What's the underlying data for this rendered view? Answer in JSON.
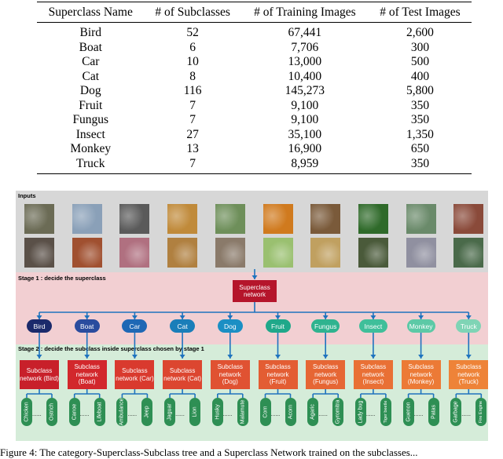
{
  "table": {
    "headers": [
      "Superclass Name",
      "# of Subclasses",
      "# of Training Images",
      "# of Test Images"
    ],
    "rows": [
      [
        "Bird",
        "52",
        "67,441",
        "2,600"
      ],
      [
        "Boat",
        "6",
        "7,706",
        "300"
      ],
      [
        "Car",
        "10",
        "13,000",
        "500"
      ],
      [
        "Cat",
        "8",
        "10,400",
        "400"
      ],
      [
        "Dog",
        "116",
        "145,273",
        "5,800"
      ],
      [
        "Fruit",
        "7",
        "9,100",
        "350"
      ],
      [
        "Fungus",
        "7",
        "9,100",
        "350"
      ],
      [
        "Insect",
        "27",
        "35,100",
        "1,350"
      ],
      [
        "Monkey",
        "13",
        "16,900",
        "650"
      ],
      [
        "Truck",
        "7",
        "8,959",
        "350"
      ]
    ]
  },
  "figure": {
    "inputs_label": "Inputs",
    "stage1_label": "Stage 1 : decide the superclass",
    "stage2_label": "Stage 2 : decide the subclass inside superclass chosen by stage 1",
    "superclass_network": "Superclass network",
    "superclasses": [
      {
        "name": "Bird",
        "color": "#1b2a6b",
        "network": "Subclass network (Bird)",
        "leaves": [
          "Chicken",
          "Ostrich"
        ]
      },
      {
        "name": "Boat",
        "color": "#2a4c9e",
        "network": "Subclass network (Boat)",
        "leaves": [
          "Canoe",
          "Lifeboat"
        ]
      },
      {
        "name": "Car",
        "color": "#1e68b5",
        "network": "Subclass network (Car)",
        "leaves": [
          "Ambulance",
          "Jeep"
        ]
      },
      {
        "name": "Cat",
        "color": "#1a7eb9",
        "network": "Subclass network (Cat)",
        "leaves": [
          "Jaguar",
          "Lion"
        ]
      },
      {
        "name": "Dog",
        "color": "#1b8fc4",
        "network": "Subclass network (Dog)",
        "leaves": [
          "Husky",
          "Malamute"
        ]
      },
      {
        "name": "Fruit",
        "color": "#1fa88a",
        "network": "Subclass network (Fruit)",
        "leaves": [
          "Corn",
          "Acorn"
        ]
      },
      {
        "name": "Fungus",
        "color": "#2fb38f",
        "network": "Subclass network (Fungus)",
        "leaves": [
          "Agaric",
          "Gyromitra"
        ]
      },
      {
        "name": "Insect",
        "color": "#3fbf9a",
        "network": "Subclass network (Insect)",
        "leaves": [
          "Lady bug",
          "Tiger beetle"
        ]
      },
      {
        "name": "Monkey",
        "color": "#5cc9a6",
        "network": "Subclass network (Monkey)",
        "leaves": [
          "Guenon",
          "Patas"
        ]
      },
      {
        "name": "Truck",
        "color": "#7fd4b5",
        "network": "Subclass network (Truck)",
        "leaves": [
          "Garbage",
          "Fire Engine"
        ]
      }
    ],
    "subclass_colors": [
      "#c8202a",
      "#d2282c",
      "#d93a2e",
      "#dc4630",
      "#e05232",
      "#e35d33",
      "#e66634",
      "#e97035",
      "#ec7a36",
      "#ee8338"
    ],
    "leaf_dots": "......",
    "thumb_colors_top": [
      "#6b6b55",
      "#8aa0b8",
      "#5a5a5a",
      "#c08a3a",
      "#6e8f5a",
      "#d07a1e",
      "#7a5a3a",
      "#2f6a2a",
      "#6a8a6a",
      "#8a4a3a"
    ],
    "thumb_colors_bottom": [
      "#5a5048",
      "#a05030",
      "#b07080",
      "#b08040",
      "#8a7a6a",
      "#9ac070",
      "#c0a060",
      "#4a5a3a",
      "#9090a0",
      "#4a6a4a"
    ]
  },
  "caption": "Figure 4: The category-Superclass-Subclass tree and a Superclass Network trained on the subclasses..."
}
